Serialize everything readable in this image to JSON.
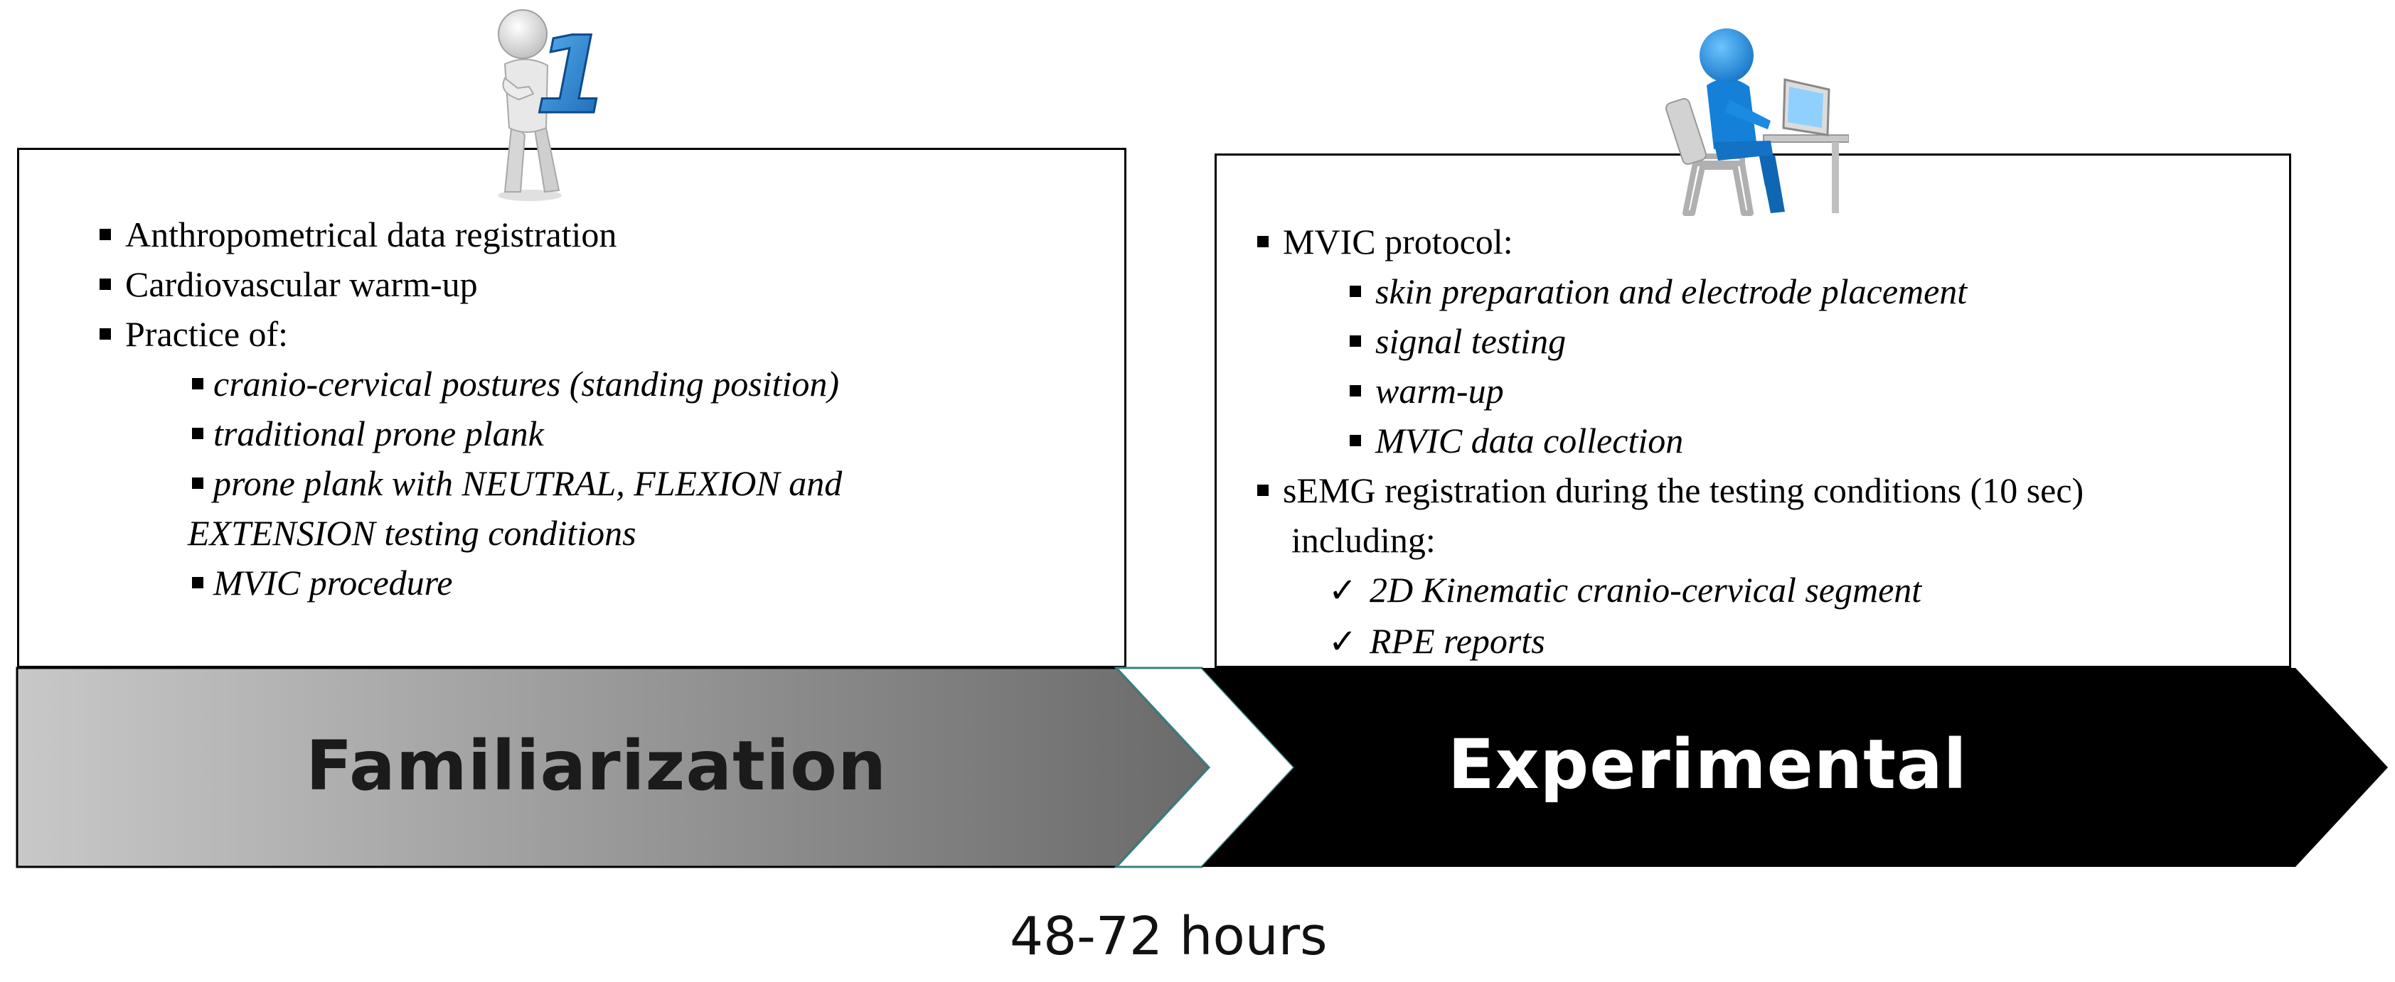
{
  "familiarization": {
    "items": [
      "Anthropometrical data registration",
      "Cardiovascular warm-up",
      "Practice of:"
    ],
    "sub_items": [
      "cranio-cervical postures (standing position)",
      "traditional prone plank",
      "prone plank with NEUTRAL, FLEXION and",
      "EXTENSION testing conditions",
      "MVIC procedure"
    ],
    "label": "Familiarization",
    "figure_number": "1"
  },
  "experimental": {
    "items": [
      "MVIC protocol:",
      "sEMG registration during the testing conditions (10 sec)",
      "including:"
    ],
    "mvic_sub_items": [
      "skin preparation and electrode placement",
      "signal testing",
      "warm-up",
      "MVIC data collection"
    ],
    "checks": [
      "2D Kinematic cranio-cervical segment",
      "RPE reports"
    ],
    "check_mark": "✓",
    "label": "Experimental"
  },
  "duration": "48-72 hours",
  "colors": {
    "familiarization_gradient_start": "#c4c4c4",
    "familiarization_gradient_end": "#6e6e6e",
    "experimental_fill": "#000000",
    "chevron_outline": "#3a7f7f",
    "figure_blue": "#1a8be0"
  }
}
